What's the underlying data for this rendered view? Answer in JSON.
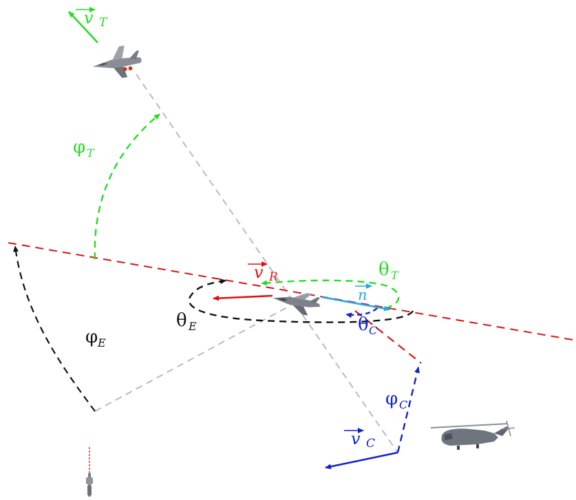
{
  "labels": {
    "v_T": {
      "vec": "v",
      "sub": "T"
    },
    "v_R": {
      "vec": "v",
      "sub": "R"
    },
    "v_C": {
      "vec": "v",
      "sub": "C"
    },
    "phi_T": {
      "sym": "φ",
      "sub": "T"
    },
    "phi_E": {
      "sym": "φ",
      "sub": "E"
    },
    "phi_C": {
      "sym": "φ",
      "sub": "C"
    },
    "theta_T": {
      "sym": "θ",
      "sub": "T"
    },
    "theta_E": {
      "sym": "θ",
      "sub": "E"
    },
    "theta_C": {
      "sym": "θ",
      "sub": "C"
    },
    "n": "n"
  },
  "colors": {
    "target": "#22dd22",
    "radar": "#dd1111",
    "chaff": "#1122cc",
    "emitter": "#111111",
    "normal": "#22a8e0",
    "los": "#bbbbbb"
  },
  "icons": {
    "target_aircraft": "fighter-jet-icon",
    "radar_aircraft": "fighter-jet-icon",
    "helicopter": "helicopter-icon",
    "emitter_tower": "radio-tower-icon"
  }
}
